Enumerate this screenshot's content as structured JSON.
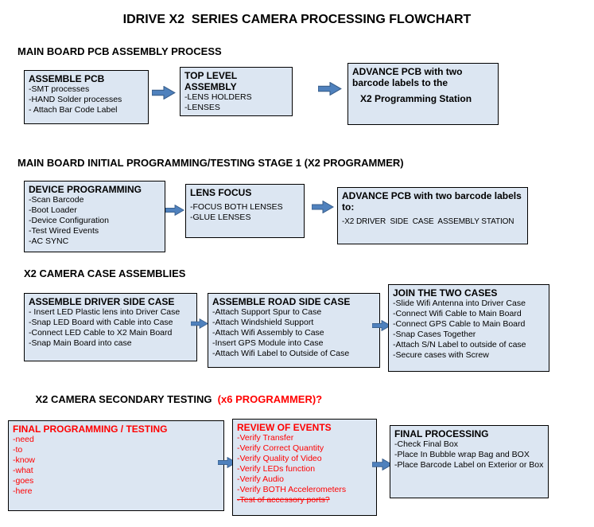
{
  "title": "IDRIVE X2  SERIES CAMERA PROCESSING FLOWCHART",
  "colors": {
    "box_bg": "#dce6f2",
    "box_border": "#000000",
    "arrow_fill": "#4f81bd",
    "arrow_stroke": "#385d8a",
    "accent_red": "#ff0000"
  },
  "sections": [
    {
      "heading": "MAIN BOARD PCB ASSEMBLY PROCESS",
      "boxes": [
        {
          "title": "ASSEMBLE PCB",
          "items": [
            "-SMT processes",
            "-HAND Solder processes",
            "- Attach Bar Code Label"
          ]
        },
        {
          "title": "TOP LEVEL ASSEMBLY",
          "items": [
            "-LENS HOLDERS",
            "-LENSES"
          ]
        },
        {
          "title": "ADVANCE PCB with two barcode labels to the",
          "subtitle": "X2 Programming Station"
        }
      ]
    },
    {
      "heading": "MAIN BOARD INITIAL PROGRAMMING/TESTING STAGE 1 (X2 PROGRAMMER)",
      "boxes": [
        {
          "title": "DEVICE PROGRAMMING",
          "items": [
            "-Scan Barcode",
            "-Boot Loader",
            "-Device Configuration",
            "-Test Wired Events",
            "-AC SYNC"
          ]
        },
        {
          "title": "LENS FOCUS",
          "items": [
            "-FOCUS BOTH LENSES",
            "-GLUE LENSES"
          ]
        },
        {
          "title": "ADVANCE PCB with two barcode labels to:",
          "items": [
            "-X2 DRIVER  SIDE  CASE  ASSEMBLY STATION"
          ]
        }
      ]
    },
    {
      "heading": "X2 CAMERA CASE ASSEMBLIES",
      "boxes": [
        {
          "title": "ASSEMBLE DRIVER SIDE CASE",
          "items": [
            "- Insert LED Plastic lens into Driver Case",
            "-Snap LED Board with Cable into Case",
            "-Connect LED Cable to X2 Main Board",
            "-Snap Main Board into case"
          ]
        },
        {
          "title": "ASSEMBLE ROAD SIDE CASE",
          "items": [
            "-Attach Support Spur to Case",
            "-Attach Windshield Support",
            "-Attach Wifi Assembly to Case",
            "-Insert GPS Module into Case",
            "-Attach Wifi Label to Outside of Case"
          ]
        },
        {
          "title": "JOIN THE TWO CASES",
          "items": [
            "-Slide Wifi Antenna into Driver Case",
            "-Connect Wifi Cable to Main Board",
            "-Connect GPS Cable to Main Board",
            "-Snap Cases Together",
            "-Attach S/N Label to outside of case",
            "-Secure cases with Screw"
          ]
        }
      ]
    },
    {
      "heading": "X2 CAMERA SECONDARY TESTING  ",
      "heading_red": "(x6 PROGRAMMER)?",
      "boxes": [
        {
          "title": "FINAL PROGRAMMING / TESTING",
          "items": [
            "-need",
            "-to",
            "-know",
            "-what",
            "-goes",
            "-here"
          ]
        },
        {
          "title": "REVIEW OF EVENTS",
          "items": [
            "-Verify Transfer",
            "-Verify Correct Quantity",
            "-Verify Quality of Video",
            "-Verify LEDs function",
            "-Verify Audio",
            "-Verify BOTH Accelerometers",
            "-Test of accessory ports?"
          ]
        },
        {
          "title": "FINAL PROCESSING",
          "items": [
            "-Check Final Box",
            "-Place In Bubble wrap Bag and BOX",
            "-Place Barcode Label on Exterior or Box"
          ]
        }
      ]
    }
  ]
}
